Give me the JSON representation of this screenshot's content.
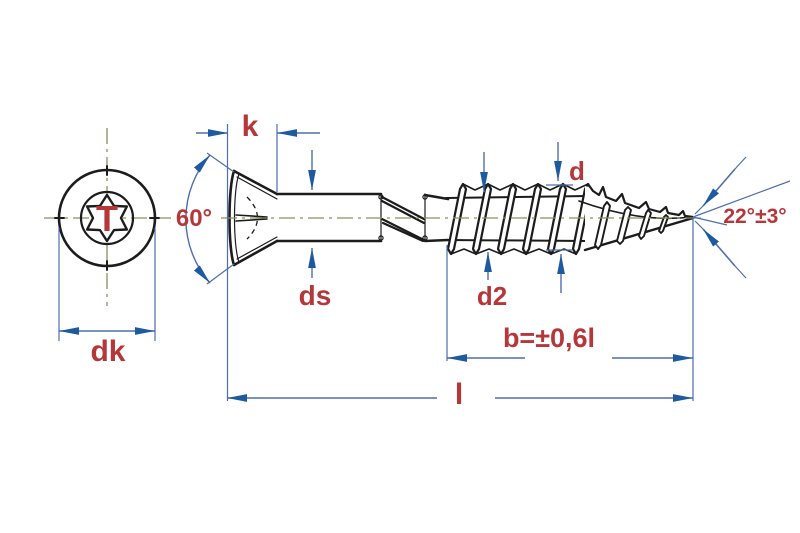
{
  "drawing": {
    "type": "technical-drawing-wood-screw",
    "labels": {
      "torx_t": "T",
      "head_diameter": "dk",
      "head_height": "k",
      "head_angle": "60°",
      "shank_diameter": "ds",
      "root_diameter": "d2",
      "thread_diameter": "d",
      "thread_length": "b=±0,6l",
      "total_length": "l",
      "tip_angle": "22°±3°"
    },
    "colors": {
      "background": "#ffffff",
      "outline": "#1c1c1c",
      "dimension_line": "#4d6fae",
      "arrow": "#1e5aa0",
      "label_red": "#b5373a",
      "centerline_olive": "#8d8d62"
    }
  }
}
